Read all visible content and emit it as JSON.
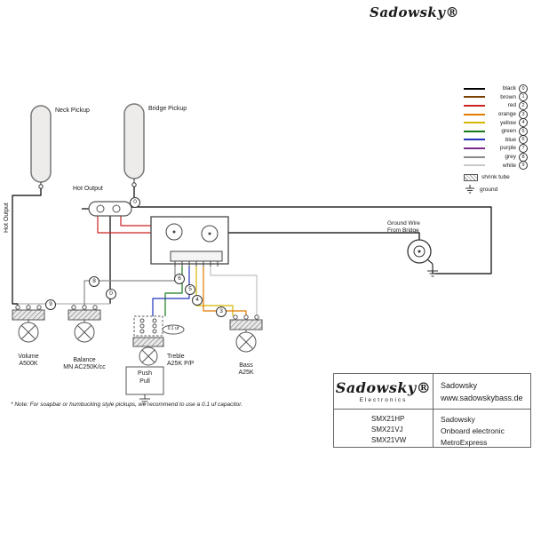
{
  "header": {
    "logo": "Sadowsky®"
  },
  "legend": {
    "wires": [
      {
        "label": "black",
        "num": "0",
        "color": "#000000"
      },
      {
        "label": "brown",
        "num": "1",
        "color": "#7b3f00"
      },
      {
        "label": "red",
        "num": "2",
        "color": "#cc2222"
      },
      {
        "label": "orange",
        "num": "3",
        "color": "#e07a00"
      },
      {
        "label": "yellow",
        "num": "4",
        "color": "#d4b500"
      },
      {
        "label": "green",
        "num": "5",
        "color": "#1a7a1a"
      },
      {
        "label": "blue",
        "num": "6",
        "color": "#2233bb"
      },
      {
        "label": "purple",
        "num": "7",
        "color": "#7a2a8a"
      },
      {
        "label": "grey",
        "num": "8",
        "color": "#8a8a8a"
      },
      {
        "label": "white",
        "num": "9",
        "color": "#c8c8c8"
      }
    ],
    "shrink_tube_label": "shrink tube",
    "ground_label": "ground"
  },
  "diagram": {
    "neck_pickup": "Neck Pickup",
    "bridge_pickup": "Bridge Pickup",
    "hot_output_top": "Hot Output",
    "hot_output_left": "Hot Output",
    "ground_wire_line1": "Ground Wire",
    "ground_wire_line2": "From Bridge",
    "cap_label": "0.1 uf",
    "pots": {
      "volume": {
        "name": "Volume",
        "value": "A500K"
      },
      "balance": {
        "name": "Balance",
        "value": "MN AC250K/cc"
      },
      "treble": {
        "name": "Treble",
        "value": "A25K P/P"
      },
      "bass": {
        "name": "Bass",
        "value": "A25K"
      }
    },
    "push_pull": {
      "line1": "Push",
      "line2": "Pull"
    },
    "callouts": [
      "0",
      "0",
      "9",
      "5",
      "6",
      "4",
      "3",
      "8"
    ]
  },
  "note": "* Note: For soapbar or humbucking style pickups, we recommend to use a 0.1 uf capacitor.",
  "title_block": {
    "brand_logo": "Sadowsky®",
    "brand_sub": "Electronics",
    "company": "Sadowsky",
    "website": "www.sadowskybass.de",
    "models": [
      "SMX21HP",
      "SMX21VJ",
      "SMX21VW"
    ],
    "product_lines": [
      "Sadowsky",
      "Onboard electronic",
      "MetroExpress"
    ]
  }
}
